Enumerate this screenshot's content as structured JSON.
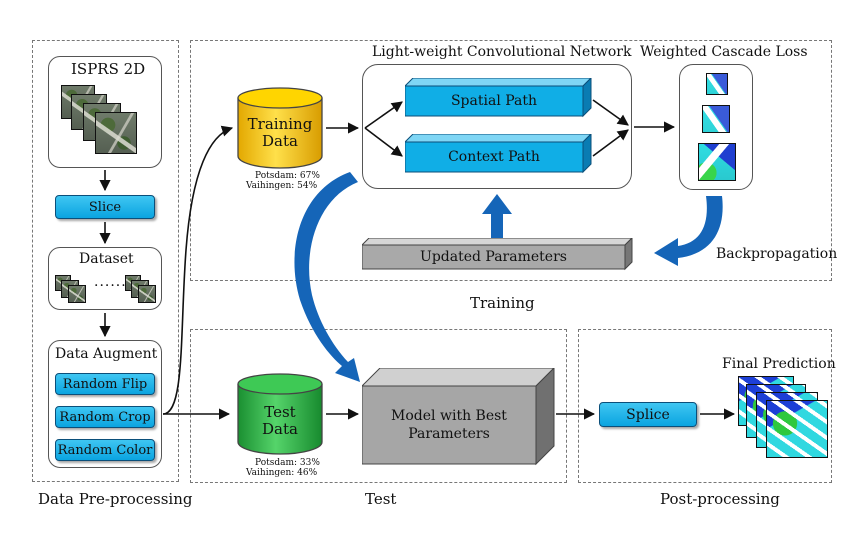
{
  "sections": {
    "preprocessing": "Data Pre-processing",
    "training": "Training",
    "test": "Test",
    "postprocessing": "Post-processing"
  },
  "preprocessing": {
    "dataset_name": "ISPRS 2D",
    "slice": "Slice",
    "dataset": "Dataset",
    "augment_title": "Data Augment",
    "augments": [
      "Random Flip",
      "Random Crop",
      "Random Color"
    ]
  },
  "training": {
    "data_label_1": "Training",
    "data_label_2": "Data",
    "split_1": "Potsdam: 67%",
    "split_2": "Vaihingen: 54%",
    "network_title": "Light-weight Convolutional Network",
    "spatial_path": "Spatial Path",
    "context_path": "Context Path",
    "loss_title": "Weighted Cascade Loss",
    "updated_params": "Updated Parameters",
    "backprop": "Backpropagation"
  },
  "test": {
    "data_label_1": "Test",
    "data_label_2": "Data",
    "split_1": "Potsdam: 33%",
    "split_2": "Vaihingen: 46%",
    "model_1": "Model with Best",
    "model_2": "Parameters"
  },
  "postprocessing": {
    "splice": "Splice",
    "final": "Final Prediction"
  },
  "colors": {
    "accent_blue": "#10aee6",
    "training_cylinder": "#f5c400",
    "test_cylinder": "#2fb84a",
    "model_grey": "#a8a8a8",
    "curved_arrow": "#1565b8"
  }
}
